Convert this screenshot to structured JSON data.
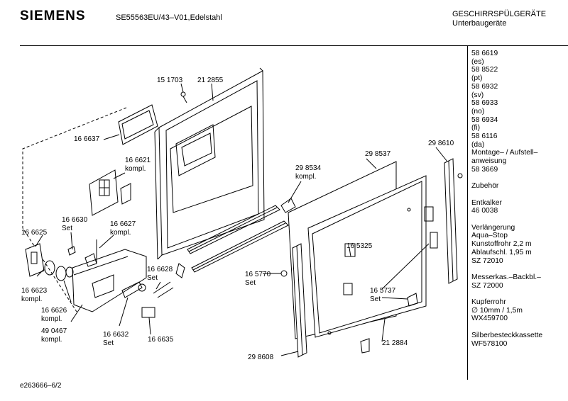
{
  "header": {
    "brand": "SIEMENS",
    "model": "SE55563EU/43–V01,Edelstahl",
    "category_line1": "GESCHIRRSPÜLGERÄTE",
    "category_line2": "Unterbaugeräte"
  },
  "sidebar": {
    "lines": [
      "58 6619",
      "(es)",
      "58 8522",
      "(pt)",
      "58 6932",
      "(sv)",
      "58 6933",
      "(no)",
      "58 6934",
      "(fi)",
      "58 6116",
      "(da)",
      "Montage– / Aufstell–",
      "anweisung",
      "58 3669",
      "",
      "Zubehör",
      "",
      "Entkalker",
      "46 0038",
      "",
      "Verlängerung",
      "Aqua–Stop",
      "Kunstoffrohr 2,2 m",
      "Ablaufschl. 1,95 m",
      "SZ 72010",
      "",
      "Messerkas.–Backbl.–",
      "SZ 72000",
      "",
      "Kupferrohr",
      "∅ 10mm / 1,5m",
      "WX459700",
      "",
      "Silberbesteckkassette",
      "WF578100"
    ]
  },
  "labels": {
    "p151703": "15 1703",
    "p212855": "21 2855",
    "p166637": "16 6637",
    "p166621": "16 6621",
    "p166621b": "kompl.",
    "p166630": "16 6630",
    "p166630b": "Set",
    "p166627": "16 6627",
    "p166627b": "kompl.",
    "p166625": "16 6625",
    "p166628": "16 6628",
    "p166628b": "Set",
    "p166623": "16 6623",
    "p166623b": "kompl.",
    "p166626": "16 6626",
    "p166626b": "kompl.",
    "p490467": "49 0467",
    "p490467b": "kompl.",
    "p166632": "16 6632",
    "p166632b": "Set",
    "p166635": "16 6635",
    "p298534": "29 8534",
    "p298534b": "kompl.",
    "p298537": "29 8537",
    "p298610": "29 8610",
    "p165325": "16 5325",
    "p165770": "16 5770",
    "p165770b": "Set",
    "p165737": "16 5737",
    "p165737b": "Set",
    "p298608": "29 8608",
    "p212884": "21 2884"
  },
  "footer": {
    "drawing_id": "e263666–6/2"
  }
}
